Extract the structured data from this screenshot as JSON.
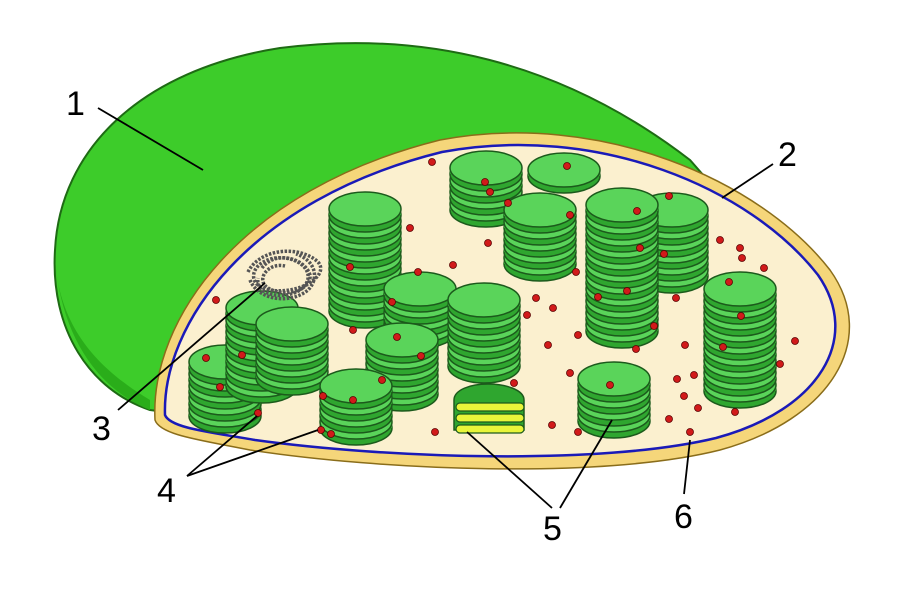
{
  "labels": {
    "l1": "1",
    "l2": "2",
    "l3": "3",
    "l4": "4",
    "l5": "5",
    "l6": "6"
  },
  "colors": {
    "outer_membrane": "#3dcc2a",
    "outer_membrane_shadow": "#2aad1a",
    "intermembrane": "#f5d67a",
    "inner_membrane": "#1a1ab8",
    "stroma": "#fbf0cf",
    "thylakoid_top": "#5ad45a",
    "thylakoid_side": "#2fa62f",
    "thylakoid_cut": "#e8f53a",
    "ribosome": "#d11a1a",
    "dna": "#555555"
  }
}
